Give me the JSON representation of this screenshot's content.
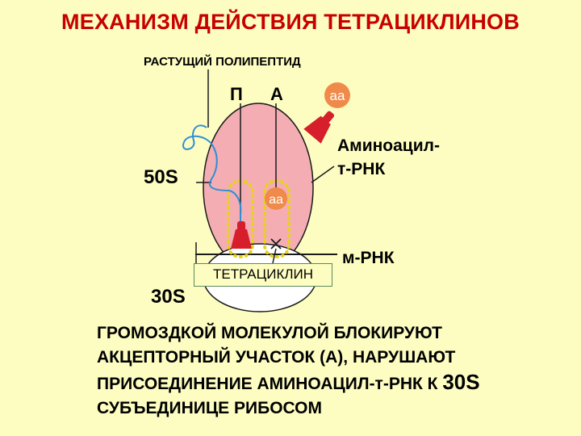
{
  "title": "МЕХАНИЗМ ДЕЙСТВИЯ ТЕТРАЦИКЛИНОВ",
  "labels": {
    "polypeptide": "РАСТУЩИЙ ПОЛИПЕПТИД",
    "site_p": "П",
    "site_a": "А",
    "aa": "aa",
    "aa_bound": "aa",
    "large_subunit": "50S",
    "small_subunit": "30S",
    "aminoacyl_trna_line1": "Аминоацил-",
    "aminoacyl_trna_line2": "т-РНК",
    "mrna": "м-РНК",
    "tetracycline": "ТЕТРАЦИКЛИН"
  },
  "caption": {
    "line1": "ГРОМОЗДКОЙ МОЛЕКУЛОЙ БЛОКИРУЮТ",
    "line2": "АКЦЕПТОРНЫЙ УЧАСТОК (А), НАРУШАЮТ",
    "line3_text": "ПРИСОЕДИНЕНИЕ АМИНОАЦИЛ-т-РНК К ",
    "line3_big": "30S",
    "line4": "СУБЪЕДИНИЦЕ РИБОСОМ"
  },
  "colors": {
    "background": "#fdfdc2",
    "title": "#c80000",
    "large_subunit": "#f4aeb3",
    "small_subunit": "#ffffff",
    "trna": "#d61f2a",
    "amino_acid": "#f08a4b",
    "site_dots": "#e8d21a",
    "polypeptide": "#2e8fd6"
  }
}
